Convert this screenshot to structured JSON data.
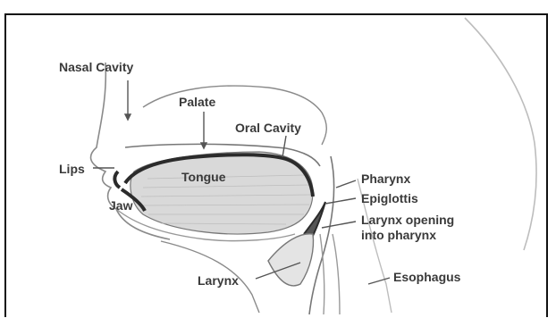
{
  "labels": {
    "nasal_cavity": "Nasal Cavity",
    "palate": "Palate",
    "oral_cavity": "Oral Cavity",
    "lips": "Lips",
    "tongue": "Tongue",
    "jaw": "Jaw",
    "pharynx": "Pharynx",
    "epiglottis": "Epiglottis",
    "larynx_opening_line1": "Larynx opening",
    "larynx_opening_line2": "into pharynx",
    "larynx": "Larynx",
    "esophagus": "Esophagus"
  },
  "colors": {
    "line": "#555555",
    "outline": "#777777",
    "tongue_fill": "#d9d9d9",
    "dark_stroke": "#2b2b2b"
  }
}
